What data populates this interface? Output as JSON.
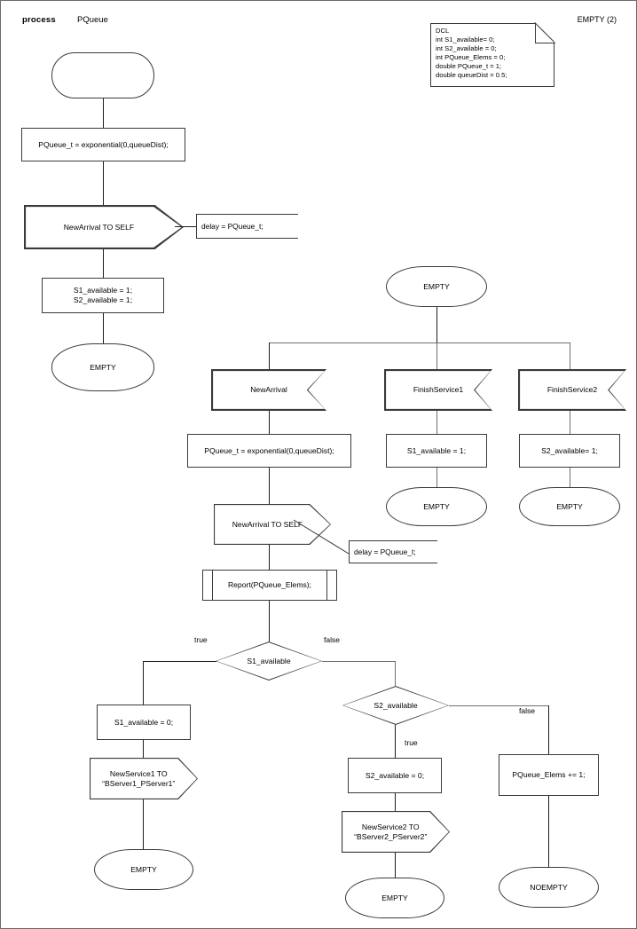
{
  "header": {
    "keyword": "process",
    "name": "PQueue",
    "page_label": "EMPTY (2)"
  },
  "declaration": {
    "title": "DCL",
    "lines": [
      "int S1_available= 0;",
      "int S2_available = 0;",
      "int PQueue_Elems = 0;",
      "double PQueue_t = 1;",
      "double queueDist = 0.5;"
    ],
    "text": "DCL\nint S1_available= 0;\nint S2_available = 0;\nint PQueue_Elems = 0;\ndouble PQueue_t = 1;\ndouble queueDist = 0.5;"
  },
  "start_branch": {
    "start_symbol": "",
    "task_init_timer": "PQueue_t = exponential(0,queueDist);",
    "output_newarrival_self": "NewArrival TO SELF",
    "comment_delay": "delay = PQueue_t;",
    "task_set_available": "S1_available = 1;\nS2_available = 1;",
    "task_set_available_line1": "S1_available = 1;",
    "task_set_available_line2": "S2_available = 1;",
    "state_empty": "EMPTY"
  },
  "state_machine": {
    "state_empty": "EMPTY",
    "inputs": [
      {
        "label": "NewArrival"
      },
      {
        "label": "FinishService1"
      },
      {
        "label": "FinishService2"
      }
    ],
    "finish_service1": {
      "task": "S1_available = 1;",
      "next_state": "EMPTY"
    },
    "finish_service2": {
      "task": "S2_available= 1;",
      "next_state": "EMPTY"
    },
    "new_arrival": {
      "task_timer": "PQueue_t = exponential(0,queueDist);",
      "output_self": "NewArrival TO SELF",
      "comment_delay": "delay = PQueue_t;",
      "procedure_call": "Report(PQueue_Elems);",
      "decision_s1": {
        "condition": "S1_available",
        "true_label": "true",
        "false_label": "false"
      },
      "branch_s1_true": {
        "task": "S1_available = 0;",
        "output_line1": "NewService1 TO",
        "output_line2": "“BServer1_PServer1”",
        "next_state": "EMPTY"
      },
      "decision_s2": {
        "condition": "S2_available",
        "true_label": "true",
        "false_label": "false"
      },
      "branch_s2_true": {
        "task": "S2_available = 0;",
        "output_line1": "NewService2 TO",
        "output_line2": "“BServer2_PServer2”",
        "next_state": "EMPTY"
      },
      "branch_s2_false": {
        "task": "PQueue_Elems += 1;",
        "next_state": "NOEMPTY"
      }
    }
  },
  "colors": {
    "stroke": "#3a3a3a",
    "connector": "#1d1d1d",
    "connector_gray": "#6f6f6f",
    "background": "#ffffff",
    "text": "#000000"
  }
}
